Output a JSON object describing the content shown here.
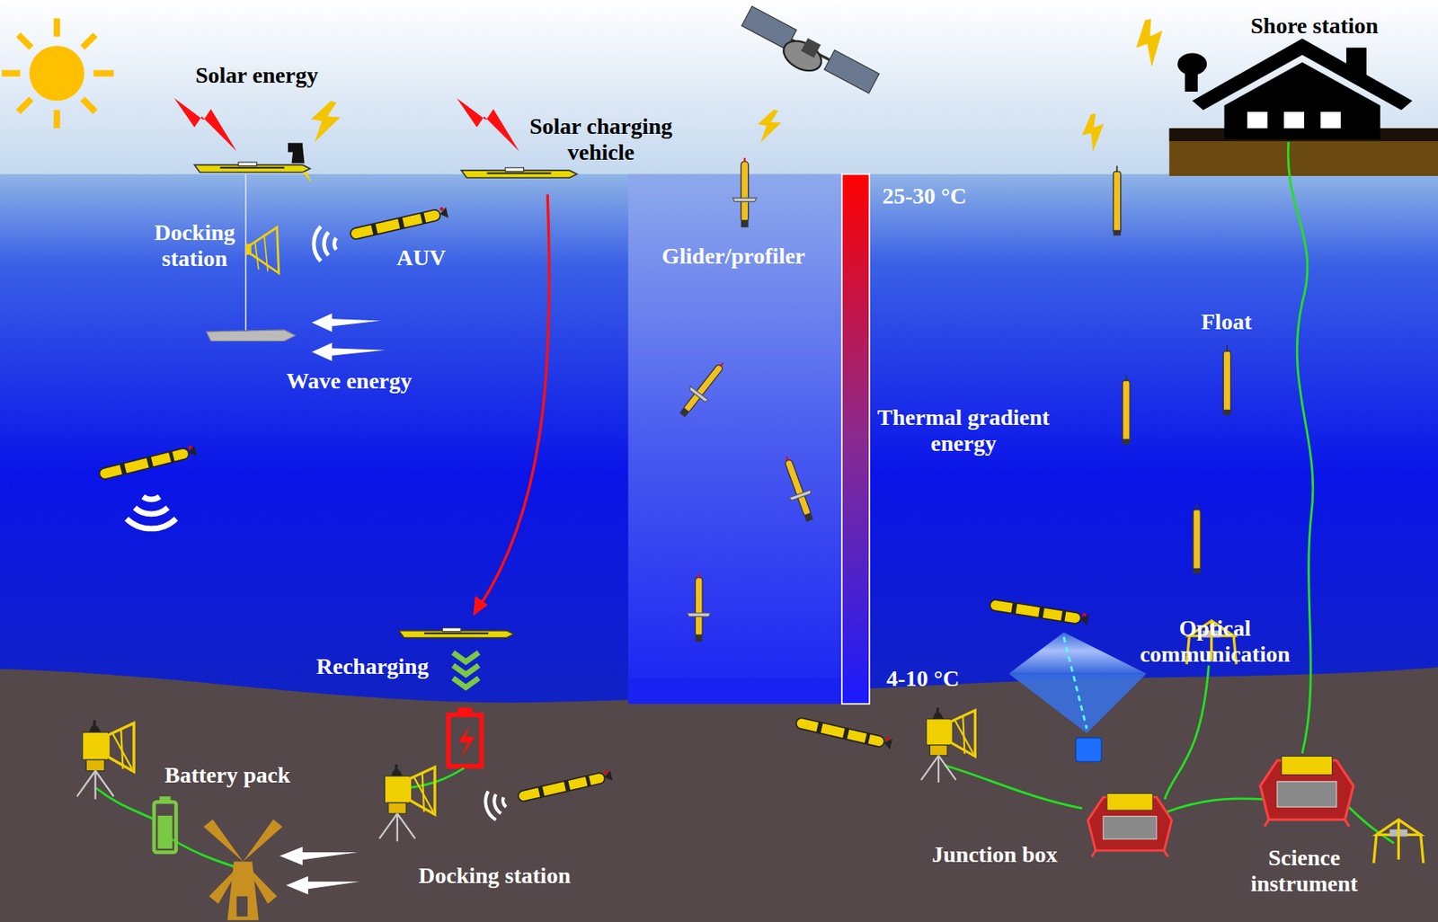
{
  "diagram": {
    "labels": [
      "Solar energy",
      "Solar charging vehicle",
      "Shore station",
      "Docking station",
      "AUV",
      "Wave energy",
      "Glider/profiler",
      "25-30 °C",
      "Thermal gradient energy",
      "4-10 °C",
      "Float",
      "Optical communication",
      "Recharging",
      "Battery pack",
      "Docking station",
      "Junction box",
      "Science instrument"
    ]
  }
}
